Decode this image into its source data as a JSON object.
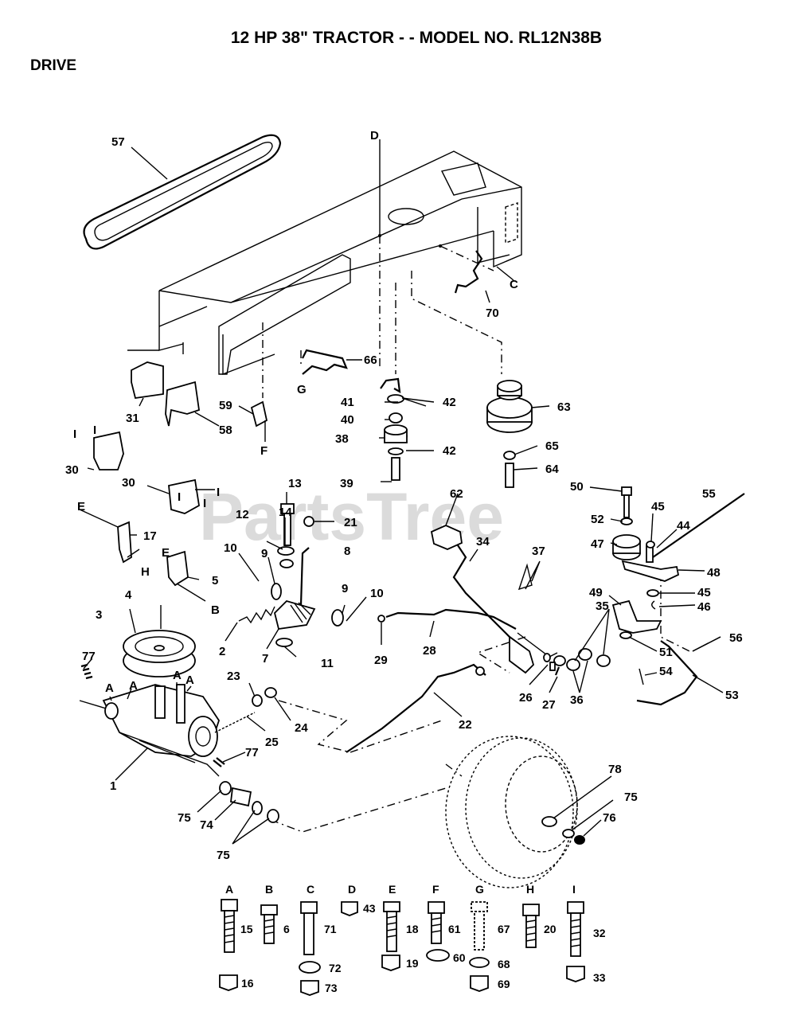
{
  "header": {
    "title": "12 HP 38\" TRACTOR - - MODEL NO. RL12N38B",
    "section": "DRIVE"
  },
  "watermark": "PartsTree",
  "callouts": [
    "57",
    "70",
    "66",
    "31",
    "58",
    "59",
    "63",
    "41",
    "42",
    "40",
    "38",
    "42",
    "39",
    "65",
    "64",
    "30",
    "30",
    "17",
    "5",
    "13",
    "14",
    "12",
    "21",
    "8",
    "10",
    "9",
    "9",
    "10",
    "2",
    "7",
    "11",
    "62",
    "34",
    "37",
    "50",
    "52",
    "47",
    "45",
    "44",
    "55",
    "48",
    "45",
    "46",
    "49",
    "51",
    "56",
    "54",
    "53",
    "35",
    "36",
    "26",
    "27",
    "28",
    "29",
    "22",
    "3",
    "4",
    "77",
    "25",
    "24",
    "23",
    "1",
    "77",
    "75",
    "74",
    "75",
    "78",
    "75",
    "76"
  ],
  "reference_letters": [
    "D",
    "C",
    "G",
    "F",
    "E",
    "H",
    "B",
    "E",
    "A",
    "A",
    "A",
    "A",
    "I",
    "I",
    "I",
    "I",
    "I"
  ],
  "hardware": [
    {
      "letter": "A",
      "bolt": "15",
      "nut": "16"
    },
    {
      "letter": "B",
      "bolt": "6"
    },
    {
      "letter": "C",
      "bolt": "71",
      "washer": "72",
      "nut": "73"
    },
    {
      "letter": "D",
      "nut": "43"
    },
    {
      "letter": "E",
      "bolt": "18",
      "nut": "19"
    },
    {
      "letter": "F",
      "bolt": "61",
      "washer": "60"
    },
    {
      "letter": "G",
      "bolt": "67",
      "washer": "68",
      "nut": "69"
    },
    {
      "letter": "H",
      "bolt": "20"
    },
    {
      "letter": "I",
      "bolt": "32",
      "nut": "33"
    }
  ]
}
